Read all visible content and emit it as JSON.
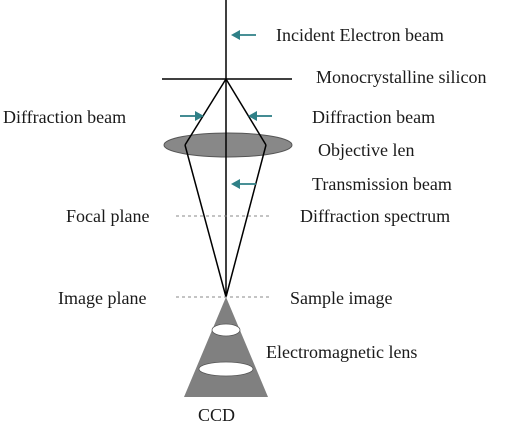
{
  "colors": {
    "line": "#000000",
    "arrow": "#2f8087",
    "lens_fill": "#888888",
    "lens_stroke": "#555555",
    "dash": "#8a8a8a"
  },
  "labels": {
    "incident": "Incident Electron beam",
    "silicon": "Monocrystalline silicon",
    "diffraction_left": "Diffraction beam",
    "diffraction_right": "Diffraction beam",
    "objective": "Objective len",
    "transmission": "Transmission beam",
    "focal_plane": "Focal plane",
    "diffraction_spectrum": "Diffraction spectrum",
    "image_plane": "Image plane",
    "sample_image": "Sample image",
    "electromagnetic_lens": "Electromagnetic lens",
    "ccd": "CCD"
  }
}
